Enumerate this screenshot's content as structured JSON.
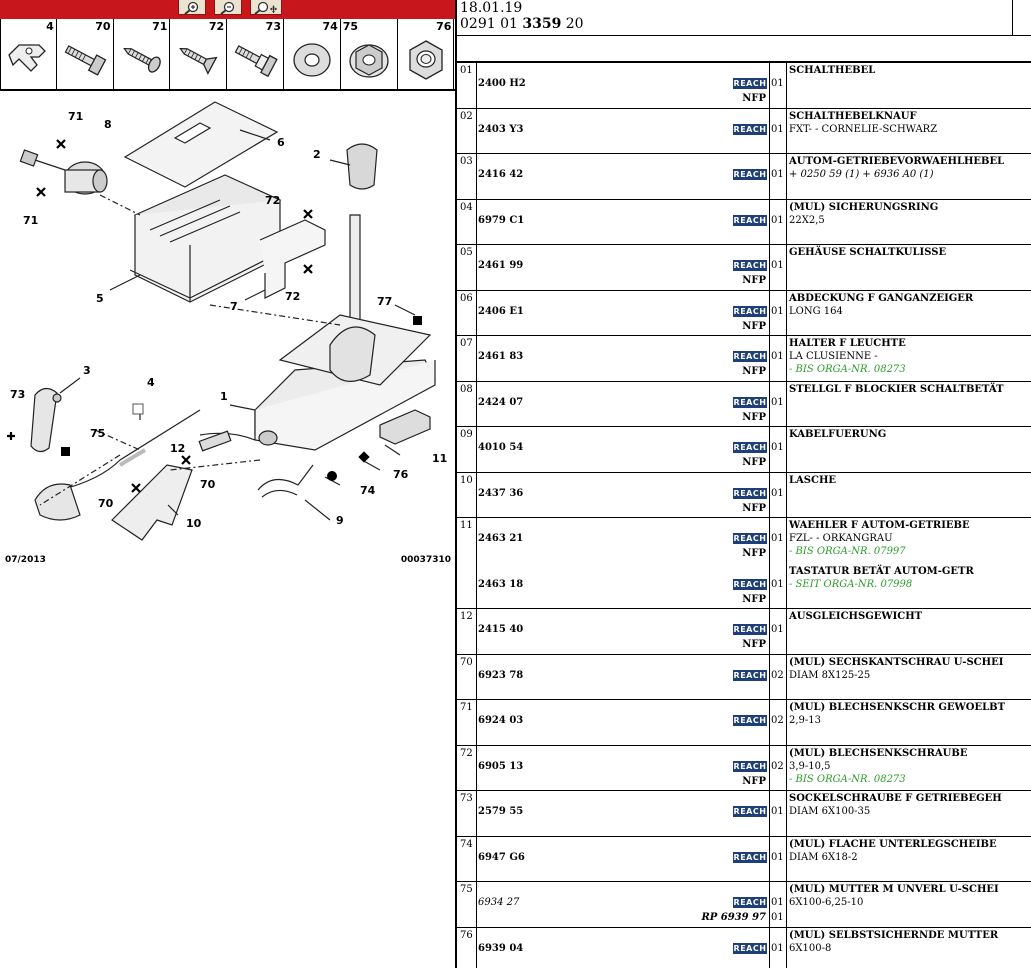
{
  "toolbar": {
    "zoom_in_icon": "zoom-in-icon",
    "zoom_out_icon": "zoom-out-icon",
    "zoom_fit_icon": "zoom-fit-icon"
  },
  "thumbnails": [
    "4",
    "70",
    "71",
    "72",
    "73",
    "74",
    "75",
    "76"
  ],
  "diagram": {
    "callouts": [
      "71",
      "8",
      "6",
      "2",
      "71",
      "72",
      "5",
      "7",
      "72",
      "77",
      "3",
      "4",
      "73",
      "75",
      "1",
      "12",
      "70",
      "70",
      "11",
      "76",
      "74",
      "9",
      "10"
    ],
    "date": "07/2013",
    "ref": "00037310"
  },
  "header": {
    "date": "18.01.19",
    "ref_prefix": "0291 01 ",
    "ref_bold": "3359",
    "ref_suffix": " 20"
  },
  "reach_label": "REACH",
  "nfp_label": "NFP",
  "rows": [
    {
      "pos": "01",
      "part": "2400 H2",
      "qty": "01",
      "nfp": true,
      "desc": "SCHALTHEBEL",
      "lines": []
    },
    {
      "pos": "02",
      "part": "2403 Y3",
      "qty": "01",
      "nfp": false,
      "desc": "SCHALTHEBELKNAUF",
      "lines": [
        {
          "t": "FXT- - CORNELIE-SCHWARZ",
          "s": ""
        }
      ]
    },
    {
      "pos": "03",
      "part": "2416 42",
      "qty": "01",
      "nfp": false,
      "desc": "AUTOM-GETRIEBEVORWAEHLHEBEL",
      "lines": [
        {
          "t": "+ 0250 59 (1) + 6936 A0 (1)",
          "s": "it"
        }
      ]
    },
    {
      "pos": "04",
      "part": "6979 C1",
      "qty": "01",
      "nfp": false,
      "desc": "(MUL) SICHERUNGSRING",
      "lines": [
        {
          "t": "22X2,5",
          "s": ""
        }
      ]
    },
    {
      "pos": "05",
      "part": "2461 99",
      "qty": "01",
      "nfp": true,
      "desc": "GEHÄUSE SCHALTKULISSE",
      "lines": []
    },
    {
      "pos": "06",
      "part": "2406 E1",
      "qty": "01",
      "nfp": true,
      "desc": "ABDECKUNG F GANGANZEIGER",
      "lines": [
        {
          "t": "LONG 164",
          "s": ""
        }
      ]
    },
    {
      "pos": "07",
      "part": "2461 83",
      "qty": "01",
      "nfp": true,
      "desc": "HALTER F LEUCHTE",
      "lines": [
        {
          "t": "LA CLUSIENNE -",
          "s": ""
        },
        {
          "t": "- BIS ORGA-NR. 08273",
          "s": "green"
        }
      ]
    },
    {
      "pos": "08",
      "part": "2424 07",
      "qty": "01",
      "nfp": true,
      "desc": "STELLGL F BLOCKIER SCHALTBETÄT",
      "lines": []
    },
    {
      "pos": "09",
      "part": "4010 54",
      "qty": "01",
      "nfp": true,
      "desc": "KABELFUERUNG",
      "lines": []
    },
    {
      "pos": "10",
      "part": "2437 36",
      "qty": "01",
      "nfp": true,
      "desc": "LASCHE",
      "lines": []
    },
    {
      "pos": "11",
      "part": "2463 21",
      "qty": "01",
      "nfp": true,
      "desc": "WAEHLER F AUTOM-GETRIEBE",
      "lines": [
        {
          "t": "FZL- - ORKANGRAU",
          "s": ""
        },
        {
          "t": "- BIS ORGA-NR. 07997",
          "s": "green"
        }
      ]
    },
    {
      "pos": "",
      "part": "2463 18",
      "qty": "01",
      "nfp": true,
      "desc": "TASTATUR BETÄT AUTOM-GETR",
      "lines": [
        {
          "t": "- SEIT ORGA-NR. 07998",
          "s": "green"
        }
      ]
    },
    {
      "pos": "12",
      "part": "2415 40",
      "qty": "01",
      "nfp": true,
      "desc": "AUSGLEICHSGEWICHT",
      "lines": []
    },
    {
      "pos": "70",
      "part": "6923 78",
      "qty": "02",
      "nfp": false,
      "desc": "(MUL) SECHSKANTSCHRAU U-SCHEI",
      "lines": [
        {
          "t": "DIAM 8X125-25",
          "s": ""
        }
      ]
    },
    {
      "pos": "71",
      "part": "6924 03",
      "qty": "02",
      "nfp": false,
      "desc": "(MUL) BLECHSENKSCHR GEWOELBT",
      "lines": [
        {
          "t": "2,9-13",
          "s": ""
        }
      ]
    },
    {
      "pos": "72",
      "part": "6905 13",
      "qty": "02",
      "nfp": true,
      "desc": "(MUL) BLECHSENKSCHRAUBE",
      "lines": [
        {
          "t": "3,9-10,5",
          "s": ""
        },
        {
          "t": "- BIS ORGA-NR. 08273",
          "s": "green"
        }
      ]
    },
    {
      "pos": "73",
      "part": "2579 55",
      "qty": "01",
      "nfp": false,
      "desc": "SOCKELSCHRAUBE F GETRIEBEGEH",
      "lines": [
        {
          "t": "DIAM 6X100-35",
          "s": ""
        }
      ]
    },
    {
      "pos": "74",
      "part": "6947 G6",
      "qty": "01",
      "nfp": false,
      "desc": "(MUL) FLACHE UNTERLEGSCHEIBE",
      "lines": [
        {
          "t": "DIAM 6X18-2",
          "s": ""
        }
      ]
    },
    {
      "pos": "75",
      "part": "6934 27",
      "part_italic": true,
      "qty": "01",
      "qty2": "01",
      "rp": "RP 6939 97",
      "nfp": false,
      "desc": "(MUL) MUTTER M UNVERL U-SCHEI",
      "lines": [
        {
          "t": "6X100-6,25-10",
          "s": ""
        }
      ]
    },
    {
      "pos": "76",
      "part": "6939 04",
      "qty": "01",
      "nfp": false,
      "desc": "(MUL) SELBSTSICHERNDE MUTTER",
      "lines": [
        {
          "t": "6X100-8",
          "s": ""
        }
      ]
    }
  ]
}
